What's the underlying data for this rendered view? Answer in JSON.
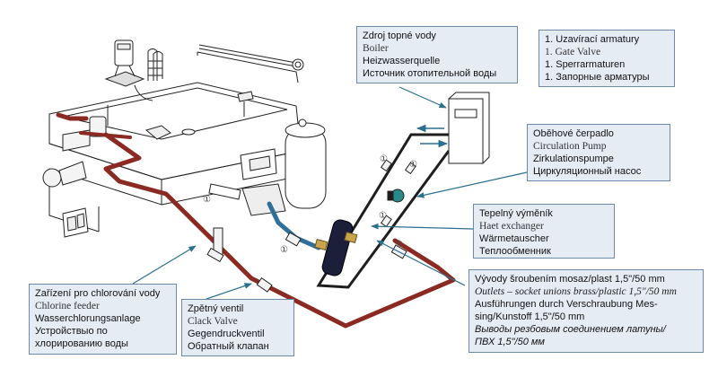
{
  "diagram": {
    "title": "Pool heat exchanger installation scheme",
    "colors": {
      "label_bg": "#e6ecf4",
      "label_border": "#6c89a8",
      "leader_line": "#2b6f8f",
      "pool_pipe": "#8b2a22",
      "heating_pipe": "#1e1e1e",
      "filter_pipe": "#2f6f9a",
      "exchanger": "#1c1f3a",
      "brass": "#c8a44a",
      "pump": "#2a8a8a"
    },
    "valve_marker": "①",
    "labels": {
      "heating_source": {
        "cz": "Zdroj topné vody",
        "en": "Boiler",
        "de": "Heizwasserquelle",
        "ru": "Источник отопительной воды"
      },
      "gate_valve": {
        "cz": "1. Uzavírací armatury",
        "en": "1. Gate Valve",
        "de": "1. Sperrarmaturen",
        "ru": "1. Запорные арматуры"
      },
      "circulation_pump": {
        "cz": "Oběhové čerpadlo",
        "en": "Circulation Pump",
        "de": "Zirkulationspumpe",
        "ru": "Циркуляционный насос"
      },
      "heat_exchanger": {
        "cz": "Tepelný výměník",
        "en": "Haet exchanger",
        "de": "Wärmetauscher",
        "ru": "Теплообменник"
      },
      "outlets": {
        "cz": "Vývody šroubením mosaz/plast 1,5\"/50 mm",
        "en": "Outlets – socket unions brass/plastic 1,5\"/50 mm",
        "de_1": "Ausführungen durch Verschraubung Mes-",
        "de_2": "sing/Kunstoff 1,5\"/50 mm",
        "ru_1": "Выводы резбовым соединением латуны/",
        "ru_2": "ПВХ 1,5\"/50 мм"
      },
      "chlorine_feeder": {
        "cz": "Zařízení pro chlorování vody",
        "en": "Chlorine feeder",
        "de": "Wasserchlorungsanlage",
        "ru_1": "Устройствыо по",
        "ru_2": "хлорированию воды"
      },
      "check_valve": {
        "cz": "Zpětný ventil",
        "en": "Clack Valve",
        "de": "Gegendruckventil",
        "ru": "Обратный клапан"
      }
    }
  }
}
